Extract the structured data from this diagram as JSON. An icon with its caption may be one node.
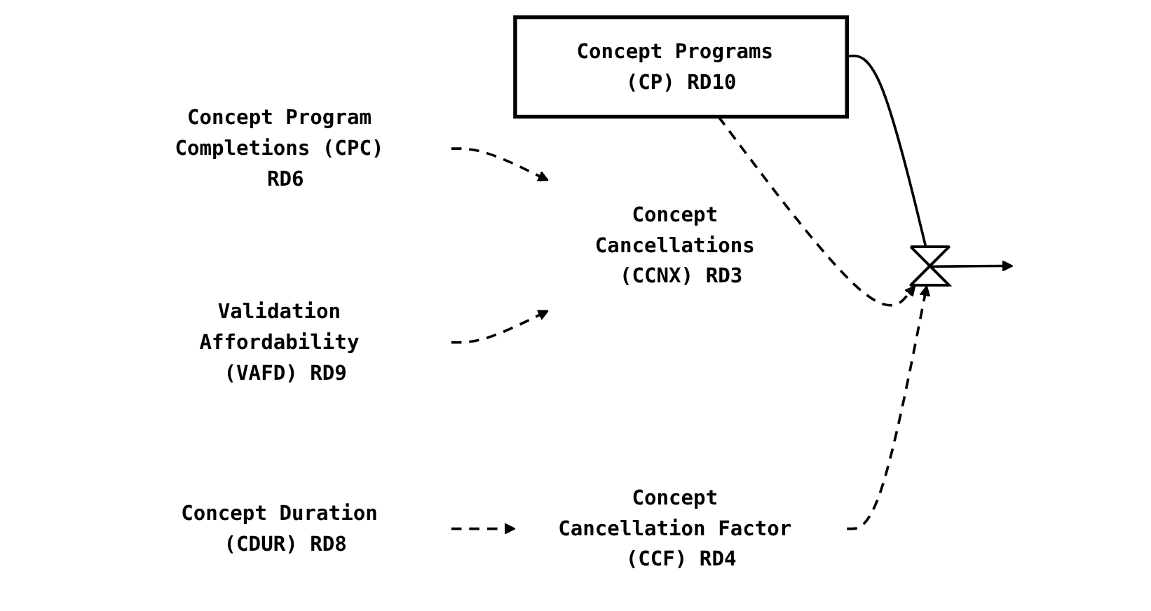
{
  "diagram": {
    "nodes": [
      {
        "text": [
          "Concept Programs (CP) RD10"
        ]
      },
      {
        "text": [],
        "shape": "valve"
      },
      {
        "text": [
          "Concept Cancellations (CCNX) RD3"
        ]
      },
      {
        "text": [
          "Concept Program Completions (CPC) RD6"
        ]
      },
      {
        "text": [
          "Validation Affordability (VAFD) RD9"
        ]
      },
      {
        "text": [
          "Concept Cancellation Factor (CCF) RD4"
        ]
      },
      {
        "text": [
          "Concept Duration (CDUR) RD8"
        ]
      }
    ],
    "edges": [
      {
        "from": 0,
        "to": 1,
        "arrow": "none"
      },
      {
        "from": 1,
        "to": null,
        "arrow": "to"
      },
      {
        "from": 0,
        "to": 1,
        "arrow": "to",
        "style": "dashed"
      },
      {
        "from": 3,
        "to": 2,
        "arrow": "to",
        "style": "dashed"
      },
      {
        "from": 4,
        "to": 2,
        "arrow": "to",
        "style": "dashed"
      },
      {
        "from": 5,
        "to": 1,
        "arrow": "to",
        "style": "dashed"
      },
      {
        "from": 6,
        "to": 5,
        "arrow": "to",
        "style": "dashed"
      }
    ]
  }
}
